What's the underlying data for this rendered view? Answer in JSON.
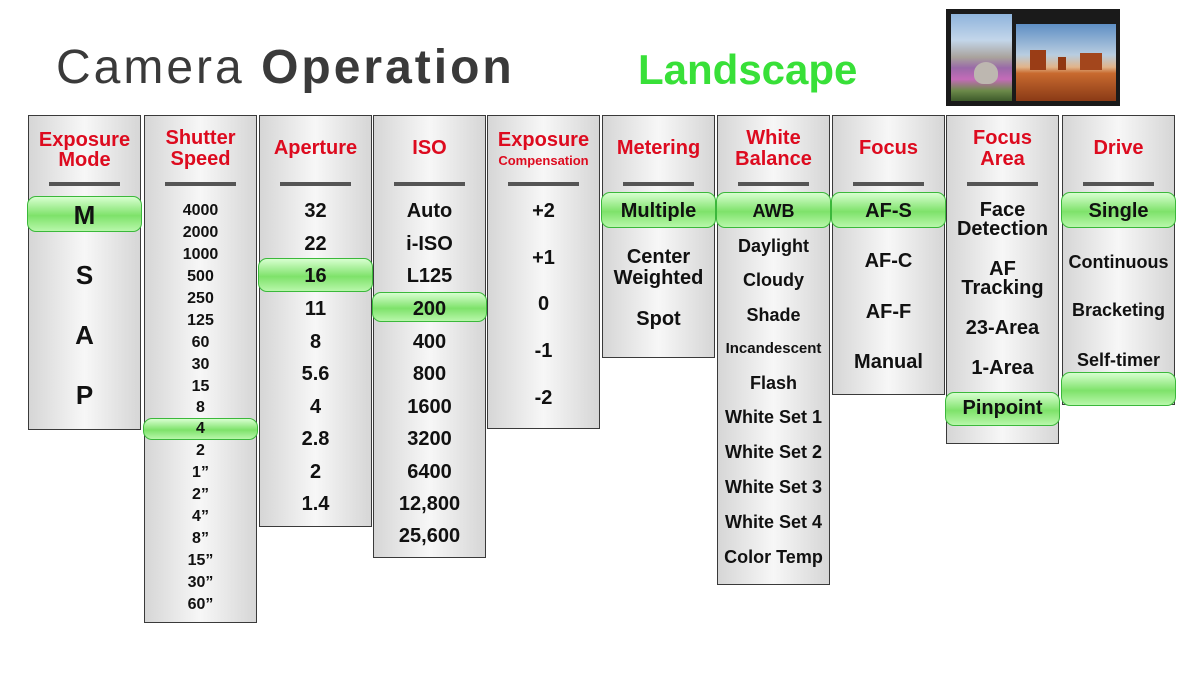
{
  "title": {
    "light": "Camera",
    "bold": "Operation"
  },
  "subtitle": "Landscape",
  "colors": {
    "header_red": "#dd0b1f",
    "highlight_green": "#7ee26a",
    "subtitle_green": "#38e038"
  },
  "columns": [
    {
      "header": [
        "Exposure",
        "Mode"
      ],
      "items": [
        "M",
        "S",
        "A",
        "P"
      ],
      "selected": "M"
    },
    {
      "header": [
        "Shutter",
        "Speed"
      ],
      "items": [
        "4000",
        "2000",
        "1000",
        "500",
        "250",
        "125",
        "60",
        "30",
        "15",
        "8",
        "4",
        "2",
        "1”",
        "2”",
        "4”",
        "8”",
        "15”",
        "30”",
        "60”"
      ],
      "selected": "4"
    },
    {
      "header": [
        "Aperture"
      ],
      "items": [
        "32",
        "22",
        "16",
        "11",
        "8",
        "5.6",
        "4",
        "2.8",
        "2",
        "1.4"
      ],
      "selected": "16"
    },
    {
      "header": [
        "ISO"
      ],
      "items": [
        "Auto",
        "i-ISO",
        "L125",
        "200",
        "400",
        "800",
        "1600",
        "3200",
        "6400",
        "12,800",
        "25,600"
      ],
      "selected": "200"
    },
    {
      "header": [
        "Exposure",
        "Compensation"
      ],
      "items": [
        "+2",
        "+1",
        "0",
        "-1",
        "-2"
      ],
      "selected": ""
    },
    {
      "header": [
        "Metering"
      ],
      "items": [
        "Multiple",
        "Center Weighted",
        "Spot"
      ],
      "selected": "Multiple"
    },
    {
      "header": [
        "White",
        "Balance"
      ],
      "items": [
        "AWB",
        "Daylight",
        "Cloudy",
        "Shade",
        "Incandescent",
        "Flash",
        "White Set 1",
        "White Set 2",
        "White Set 3",
        "White Set 4",
        "Color Temp"
      ],
      "selected": "AWB"
    },
    {
      "header": [
        "Focus"
      ],
      "items": [
        "AF-S",
        "AF-C",
        "AF-F",
        "Manual"
      ],
      "selected": "AF-S"
    },
    {
      "header": [
        "Focus",
        "Area"
      ],
      "items": [
        "Face Detection",
        "AF Tracking",
        "23-Area",
        "1-Area",
        "Pinpoint"
      ],
      "selected": "Pinpoint"
    },
    {
      "header": [
        "Drive"
      ],
      "items": [
        "Single",
        "Continuous",
        "Bracketing",
        "Self-timer",
        ""
      ],
      "selected": "Single"
    }
  ]
}
